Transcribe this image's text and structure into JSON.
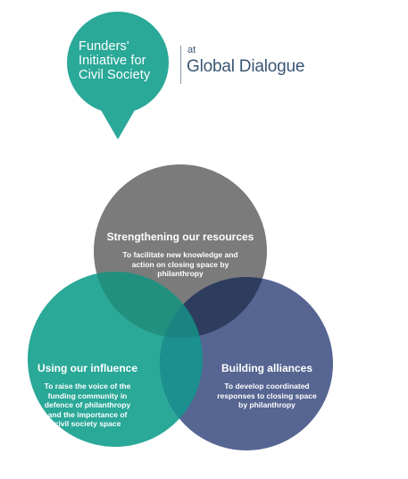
{
  "logo": {
    "line1": "Funders'",
    "line2": "Initiative for",
    "line3": "Civil Society",
    "at": "at",
    "org": "Global Dialogue",
    "color": "#2aa898"
  },
  "venn": {
    "top": {
      "title": "Strengthening our resources",
      "desc1": "To facilitate new knowledge and",
      "desc2": "action on closing space by",
      "desc3": "philanthropy",
      "color": "#7b7b7b"
    },
    "left": {
      "title": "Using our influence",
      "desc1": "To raise the voice of the",
      "desc2": "funding community in",
      "desc3": "defence of philanthropy",
      "desc4": "and the importance of",
      "desc5": "civil society space",
      "color": "#2aa898"
    },
    "right": {
      "title": "Building alliances",
      "desc1": "To develop coordinated",
      "desc2": "responses to closing space",
      "desc3": "by philanthropy",
      "color": "#566592"
    }
  }
}
